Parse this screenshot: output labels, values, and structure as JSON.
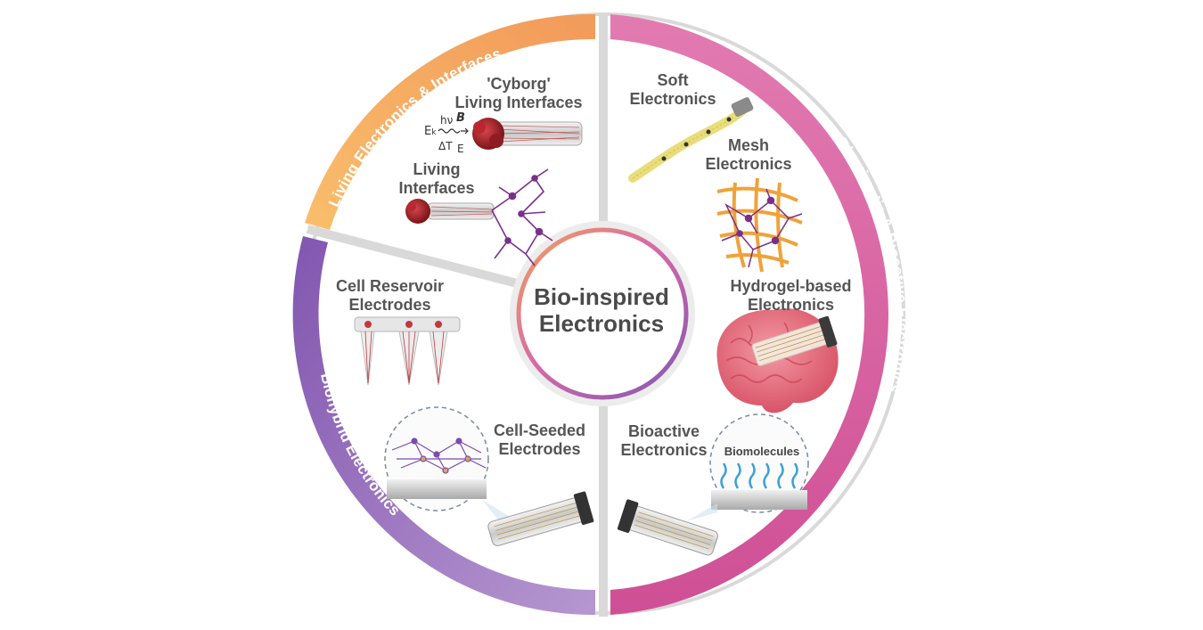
{
  "center": {
    "line1": "Bio-inspired",
    "line2": "Electronics"
  },
  "ring": {
    "living": "Living Electronics & Interfaces",
    "biomimetic": "Biomimetic & Bioactive Electronics",
    "biohybrid": "Biohybrid Electronics"
  },
  "living_section": {
    "cyborg_l1": "'Cyborg'",
    "cyborg_l2": "Living Interfaces",
    "living_l1": "Living",
    "living_l2": "Interfaces",
    "symbols": {
      "ek": "E",
      "ek_sub": "k",
      "hv": "hν",
      "b": "B",
      "dt": "ΔT",
      "e": "E"
    }
  },
  "biomimetic_section": {
    "soft_l1": "Soft",
    "soft_l2": "Electronics",
    "mesh_l1": "Mesh",
    "mesh_l2": "Electronics",
    "hydrogel_l1": "Hydrogel-based",
    "hydrogel_l2": "Electronics",
    "bioactive_l1": "Bioactive",
    "bioactive_l2": "Electronics",
    "biomolecules": "Biomolecules"
  },
  "biohybrid_section": {
    "reservoir_l1": "Cell Reservoir",
    "reservoir_l2": "Electrodes",
    "seeded_l1": "Cell-Seeded",
    "seeded_l2": "Electrodes"
  },
  "colors": {
    "orange": "#f6a451",
    "pink": "#d35c9f",
    "purple": "#8a63b5",
    "neuron": "#7a2f8a",
    "cell_red": "#a8262c",
    "brain": "#e8717f"
  }
}
